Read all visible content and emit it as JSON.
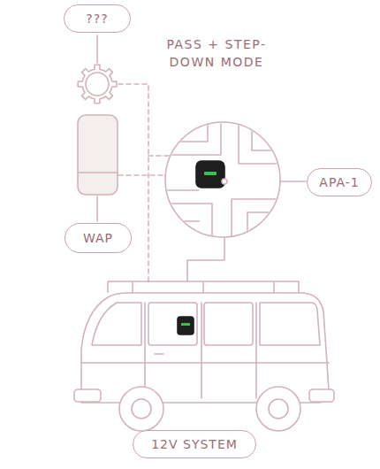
{
  "diagram": {
    "nodes": [
      {
        "text": [
          "???"
        ]
      },
      {
        "text": [
          "APA-1"
        ]
      },
      {
        "text": [
          "WAP"
        ]
      },
      {
        "text": [
          "12V SYSTEM"
        ]
      }
    ],
    "labels": [
      "PASS + STEP-DOWN MODE"
    ]
  }
}
